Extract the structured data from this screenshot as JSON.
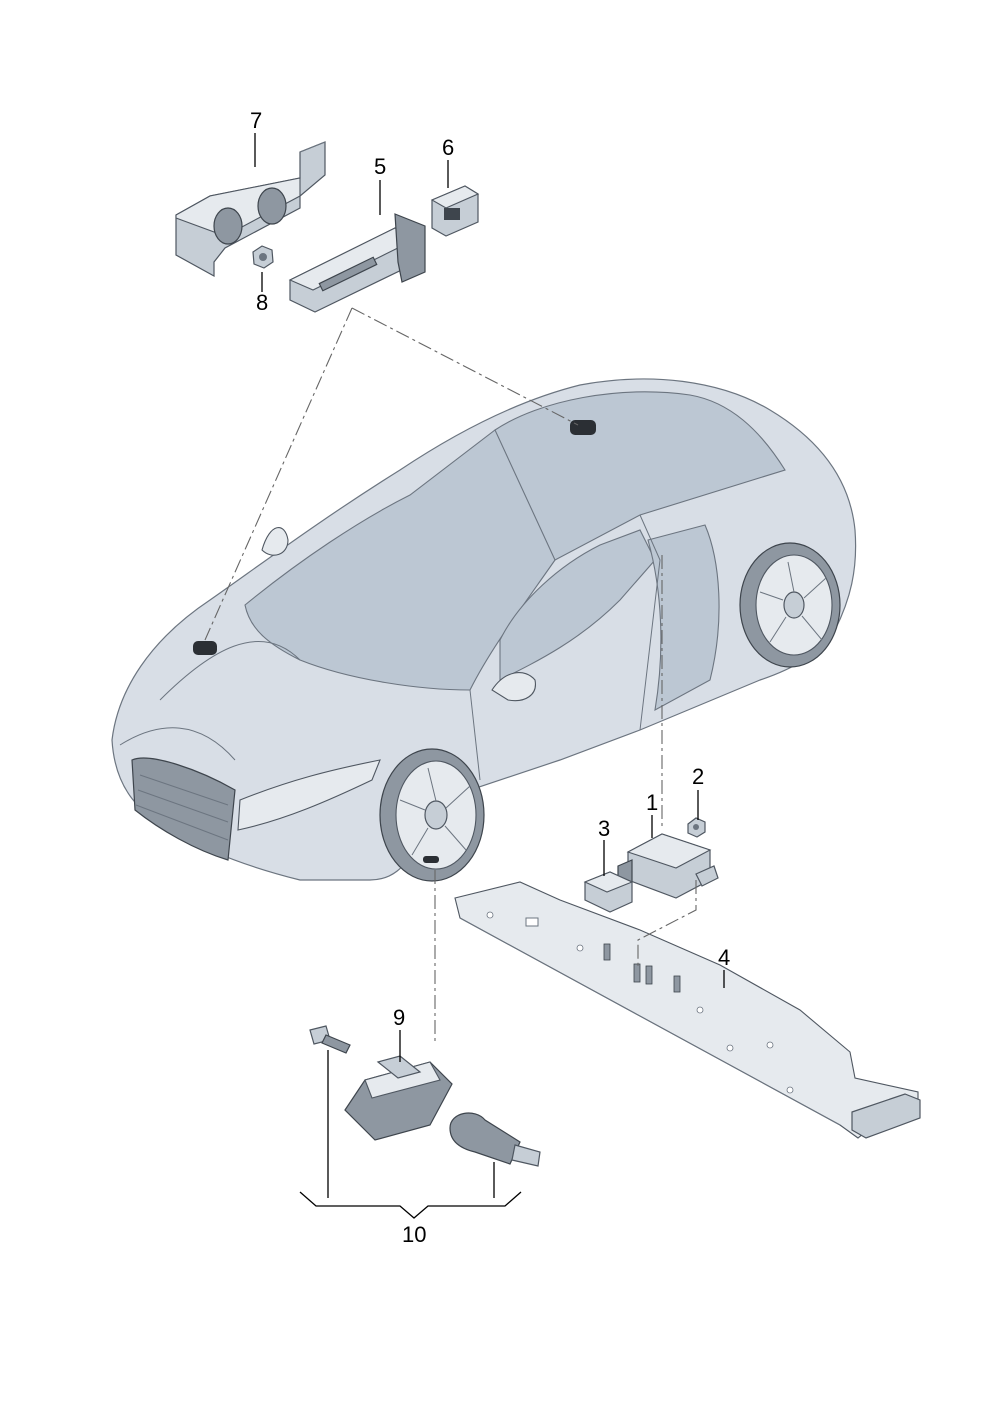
{
  "callouts": [
    {
      "id": "1",
      "label": "1"
    },
    {
      "id": "2",
      "label": "2"
    },
    {
      "id": "3",
      "label": "3"
    },
    {
      "id": "4",
      "label": "4"
    },
    {
      "id": "5",
      "label": "5"
    },
    {
      "id": "6",
      "label": "6"
    },
    {
      "id": "7",
      "label": "7"
    },
    {
      "id": "8",
      "label": "8"
    },
    {
      "id": "9",
      "label": "9"
    },
    {
      "id": "10",
      "label": "10"
    }
  ],
  "colors": {
    "body": "#d8dee6",
    "glass": "#bcc7d3",
    "part": "#c6ced6",
    "part_dark": "#8e97a1",
    "outline": "#4f5761"
  }
}
